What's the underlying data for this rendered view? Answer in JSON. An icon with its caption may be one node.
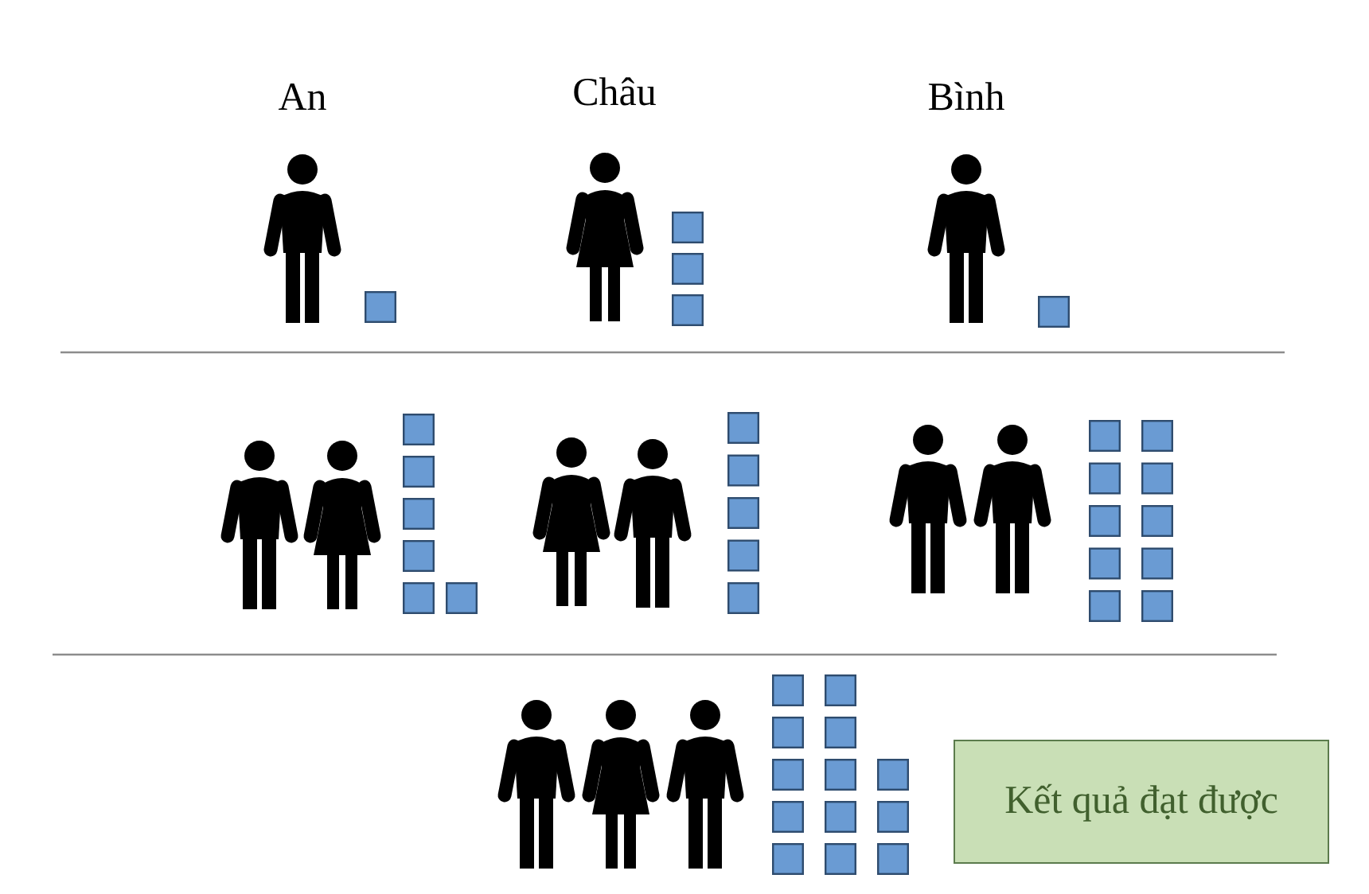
{
  "diagram": {
    "nodes": [
      {
        "text": [
          "Kết quả đạt được"
        ]
      }
    ],
    "labels": [
      "An",
      "Châu",
      "Bình"
    ]
  }
}
